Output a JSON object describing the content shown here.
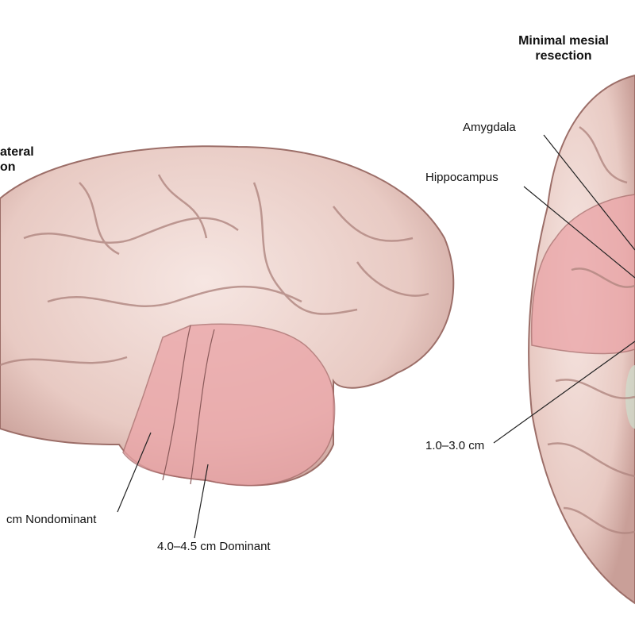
{
  "titles": {
    "lateral_line1": "ateral",
    "lateral_line2": "on",
    "mesial_line1": "Minimal mesial",
    "mesial_line2": "resection"
  },
  "labels": {
    "nondominant": "cm Nondominant",
    "dominant": "4.0–4.5 cm Dominant",
    "amygdala": "Amygdala",
    "hippocampus": "Hippocampus",
    "mesial_depth": "1.0–3.0 cm"
  },
  "colors": {
    "brain": "#ecd2cc",
    "brain_shadow": "#b98c86",
    "resection": "#eaa3a6"
  }
}
